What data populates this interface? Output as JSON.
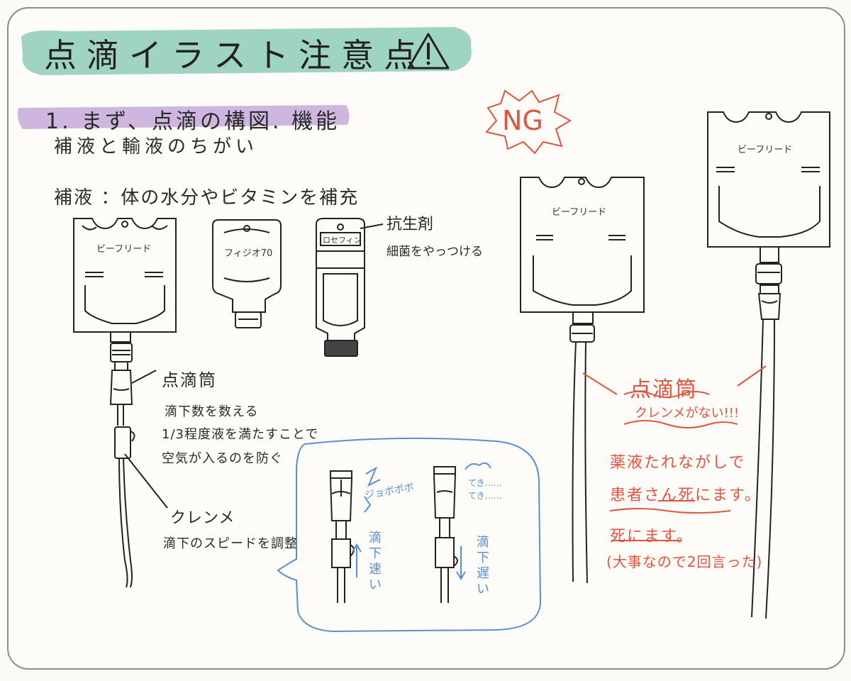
{
  "title": "点滴イラスト注意点",
  "section1": "1. まず、点滴の構図. 機能",
  "section1_sub": "補液と輸液のちがい",
  "hoeki_def": "補液 ：体の水分やビタミンを補充",
  "bags": {
    "bag1_label": "ビーフリード",
    "bag2_label": "フィジオ70",
    "bag3_label": "ロセフィン",
    "ng_bag1_label": "ビーフリード",
    "ng_bag2_label": "ビーフリード"
  },
  "antibiotic": {
    "title": "抗生剤",
    "desc": "細菌をやっつける"
  },
  "drip_chamber": {
    "label": "点滴筒",
    "line1": "滴下数を数える",
    "line2": "1/3程度液を満たすことで",
    "line3": "空気が入るのを防ぐ"
  },
  "clamp": {
    "label": "クレンメ",
    "desc": "滴下のスピードを調整"
  },
  "bubble": {
    "fast_sound": "ジョボボボ",
    "fast_label": "滴下 速い",
    "slow_sound": "てき…… てき……",
    "slow_label": "滴下 遅い"
  },
  "ng": {
    "badge": "NG",
    "drip_chamber": "点滴筒",
    "no_clamp": "クレンメがない!!!",
    "line1": "薬液たれながしで",
    "line2": "患者さん死にます。",
    "line3": "死にます。",
    "line4": "(大事なので2回言った)"
  },
  "colors": {
    "title_highlight": "#8ecdb9",
    "section_highlight": "#c6a9db",
    "bubble": "#5a8fcf",
    "ng_red": "#e0553f"
  }
}
